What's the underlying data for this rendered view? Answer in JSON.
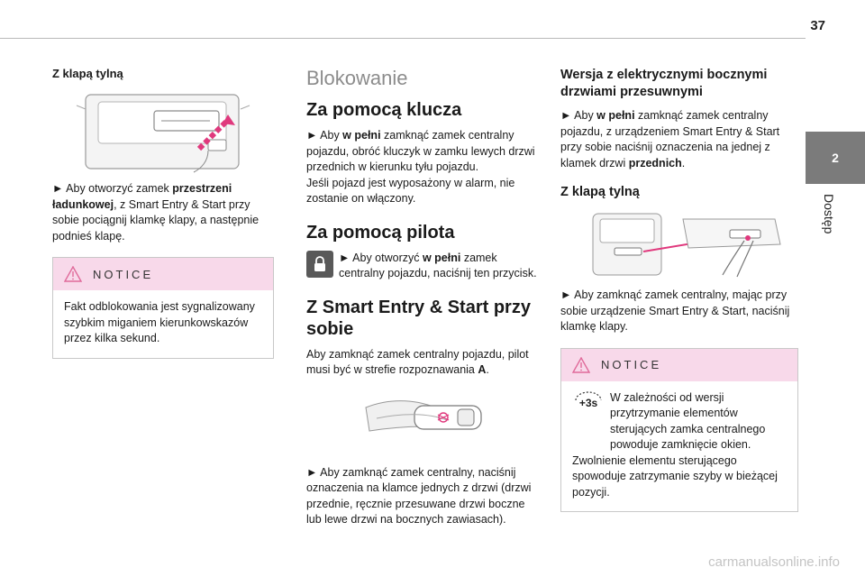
{
  "page_number": "37",
  "chapter": {
    "number": "2",
    "title": "Dostęp"
  },
  "col1": {
    "heading": "Z klapą tylną",
    "para": {
      "arrow": "►",
      "t1": " Aby otworzyć zamek ",
      "b1": "przestrzeni ładunkowej",
      "t2": ", z Smart Entry & Start przy sobie pociągnij klamkę klapy, a następnie podnieś klapę."
    },
    "notice": {
      "title": "NOTICE",
      "body": "Fakt odblokowania jest sygnalizowany szybkim miganiem kierunkowskazów przez kilka sekund."
    }
  },
  "col2": {
    "section_title": "Blokowanie",
    "klucz": {
      "heading": "Za pomocą klucza",
      "arrow": "►",
      "t1": " Aby ",
      "b1": "w pełni",
      "t2": " zamknąć zamek centralny pojazdu, obróć kluczyk w zamku lewych drzwi przednich w kierunku tyłu pojazdu.",
      "t3": "Jeśli pojazd jest wyposażony w alarm, nie zostanie on włączony."
    },
    "pilot": {
      "heading": "Za pomocą pilota",
      "arrow": "►",
      "t1": " Aby otworzyć ",
      "b1": "w pełni",
      "t2": " zamek centralny pojazdu, naciśnij ten przycisk."
    },
    "smart": {
      "heading": "Z Smart Entry & Start przy sobie",
      "t1": "Aby zamknąć zamek centralny pojazdu, pilot musi być w strefie rozpoznawania ",
      "b1": "A",
      "t2": ".",
      "arrow": "►",
      "t3": " Aby zamknąć zamek centralny, naciśnij oznaczenia na klamce jednych z drzwi (drzwi przednie, ręcznie przesuwane drzwi boczne lub lewe drzwi na bocznych zawiasach)."
    }
  },
  "col3": {
    "heading": "Wersja z elektrycznymi bocznymi drzwiami przesuwnymi",
    "para": {
      "arrow": "►",
      "t1": " Aby ",
      "b1": "w pełni",
      "t2": " zamknąć zamek centralny pojazdu, z urządzeniem Smart Entry & Start przy sobie naciśnij oznaczenia na jednej z klamek drzwi ",
      "b2": "przednich",
      "t3": "."
    },
    "klapa": {
      "heading": "Z klapą tylną",
      "arrow": "►",
      "t1": " Aby zamknąć zamek centralny, mając przy sobie urządzenie Smart Entry & Start, naciśnij klamkę klapy."
    },
    "notice": {
      "title": "NOTICE",
      "timer": "+3s",
      "body1": "W zależności od wersji przytrzymanie elementów sterujących zamka centralnego powoduje zamknięcie okien.",
      "body2": "Zwolnienie elementu sterującego spowoduje zatrzymanie szyby w bieżącej pozycji."
    }
  },
  "watermark": "carmanualsonline.info"
}
